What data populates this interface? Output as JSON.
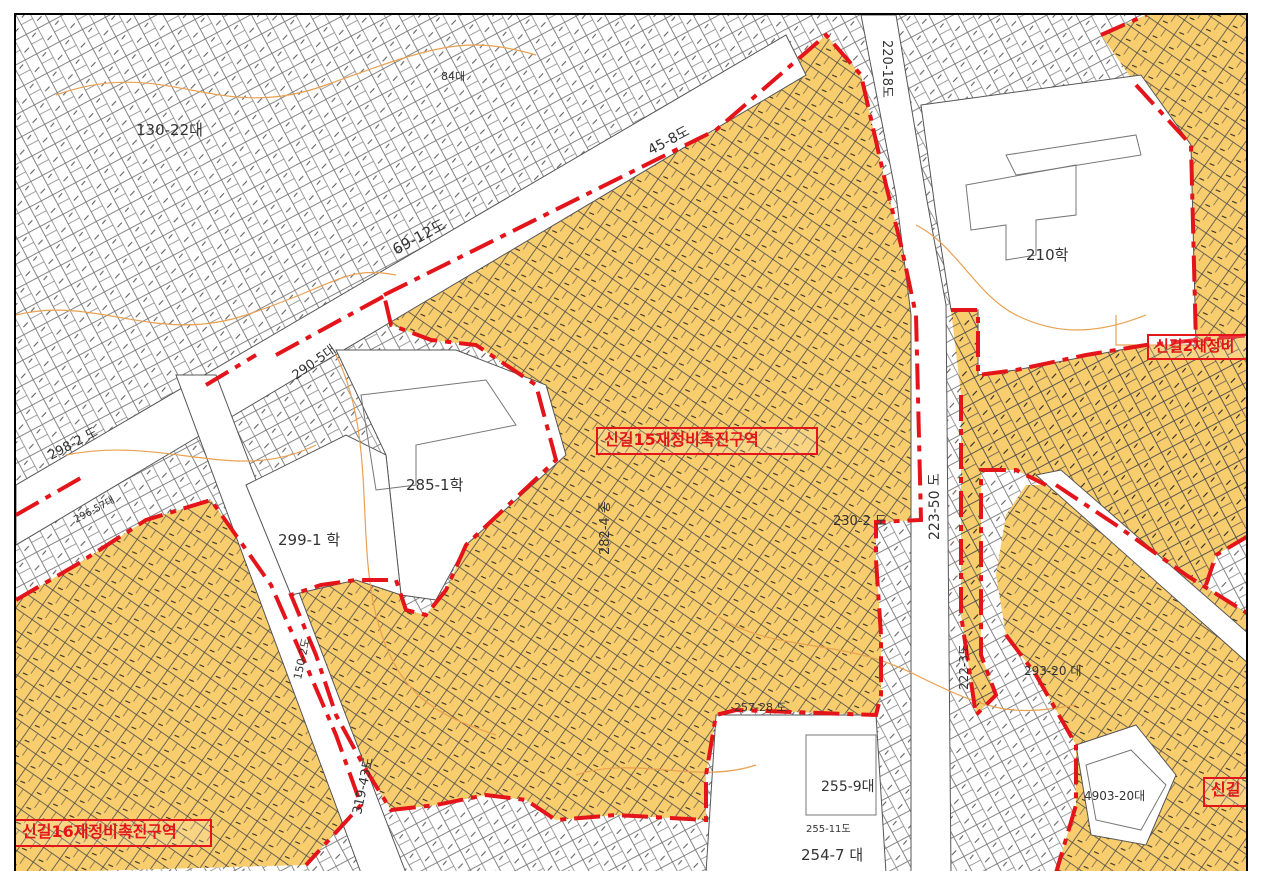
{
  "zones": [
    {
      "label": "신길15재정비촉진구역"
    },
    {
      "label": "신길16재정비촉진구역"
    },
    {
      "label": "신길2재정비"
    },
    {
      "label": "신길"
    }
  ],
  "lots": {
    "l130": "130-22대",
    "l45": "45-8도",
    "l220": "220-18도",
    "l69": "69-12도",
    "l210": "210학",
    "l290": "290-5대",
    "l298": "298-2 도",
    "l285": "285-1학",
    "l299": "299-1 학",
    "l282": "282-4 종",
    "l223": "223-50 도",
    "l230": "230-2 도",
    "l222": "222-3도",
    "l319": "319-43도",
    "l257": "257-28 도",
    "l255": "255-9대",
    "l254": "254-7 대",
    "l293": "293-20 대",
    "l4903": "4903-20대",
    "l84": "84대",
    "l296": "296-57대",
    "l150": "150-2도",
    "l255b": "255-11도"
  },
  "colors": {
    "zone_fill": "#f8cd6e",
    "zone_border": "#e4141b",
    "parcel_line": "#4a4a4a",
    "contour_line": "#e9a050",
    "road_fill": "#ffffff"
  }
}
